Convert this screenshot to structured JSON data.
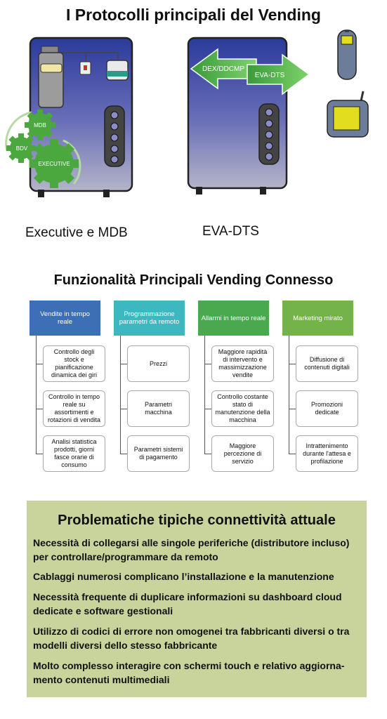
{
  "title": "I Protocolli principali del Vending",
  "left_machine": {
    "gears": [
      "MDB",
      "BDV",
      "EXECUTIVE"
    ],
    "caption": "Executive e MDB"
  },
  "right_machine": {
    "arrow_left_label": "DEX/DDCMP",
    "arrow_right_label": "EVA-DTS",
    "caption": "EVA-DTS"
  },
  "section_title": "Funzionalità Principali Vending Connesso",
  "columns": [
    {
      "header": "Vendite in tempo reale",
      "color": "#3d6fb6",
      "items": [
        "Controllo degli stock e pianificazione dinamica dei giri",
        "Controllo in tempo reale su assortimenti e rotazioni di vendita",
        "Analisi statistica prodotti, giorni fasce orarie di consumo"
      ]
    },
    {
      "header": "Programmazione parametri da remoto",
      "color": "#3eb8c0",
      "items": [
        "Prezzi",
        "Parametri macchina",
        "Parametri sistemi di pagamento"
      ]
    },
    {
      "header": "Allarmi in tempo reale",
      "color": "#4aa84f",
      "items": [
        "Maggiore rapidità di intervento e massimizzazione vendite",
        "Controllo costante stato di manutenzione della macchina",
        "Maggiore percezione di servizio"
      ]
    },
    {
      "header": "Marketing mirato",
      "color": "#74b24a",
      "items": [
        "Diffusione di contenuti digitali",
        "Promozioni dedicate",
        "Intrattenimento durante l'attesa e profilazione"
      ]
    }
  ],
  "problems": {
    "title": "Problematiche tipiche connettività attuale",
    "lines": [
      "Necessità di collegarsi alle singole periferiche (distributore incluso)",
      "per controllare/programmare da remoto",
      "Cablaggi numerosi complicano l’installazione e la manutenzione",
      "Necessità frequente di duplicare informazioni su dashboard cloud",
      "dedicate e software gestionali",
      "Utilizzo di codici di errore non omogenei tra fabbricanti diversi o tra",
      "modelli diversi dello stesso fabbricante",
      "Molto complesso interagire con schermi touch e relativo aggiorna-",
      "mento contenuti multimediali"
    ]
  }
}
